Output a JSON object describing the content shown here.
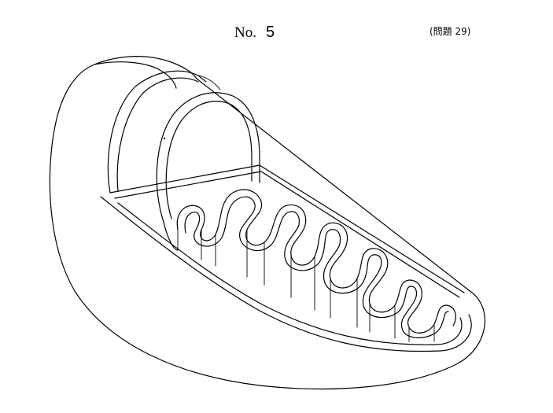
{
  "header": {
    "page_prefix": "No.",
    "page_number": "5",
    "question_ref": "(問題 29)"
  },
  "figure": {
    "subject": "mitochondrion-cutaway",
    "line_color": "#000000",
    "background": "#ffffff"
  }
}
